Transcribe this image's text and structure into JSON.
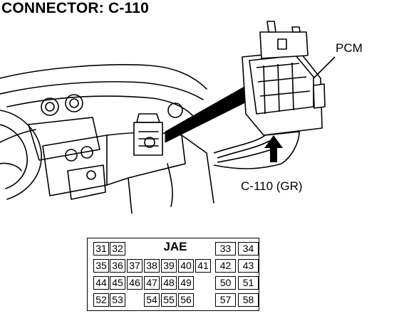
{
  "title": "CONNECTOR: C-110",
  "labels": {
    "module": "PCM",
    "connector": "C-110 (GR)"
  },
  "connector_face": {
    "header": "JAE",
    "rows": [
      [
        {
          "pin": "31",
          "col": 0
        },
        {
          "pin": "32",
          "col": 1
        },
        {
          "pin": "33",
          "col": 8,
          "wide": true
        },
        {
          "pin": "34",
          "col": 9,
          "wide": true
        }
      ],
      [
        {
          "pin": "35",
          "col": 0
        },
        {
          "pin": "36",
          "col": 1
        },
        {
          "pin": "37",
          "col": 2
        },
        {
          "pin": "38",
          "col": 3
        },
        {
          "pin": "39",
          "col": 4
        },
        {
          "pin": "40",
          "col": 5
        },
        {
          "pin": "41",
          "col": 6
        },
        {
          "pin": "42",
          "col": 8,
          "wide": true
        },
        {
          "pin": "43",
          "col": 9,
          "wide": true
        }
      ],
      [
        {
          "pin": "44",
          "col": 0
        },
        {
          "pin": "45",
          "col": 1
        },
        {
          "pin": "46",
          "col": 2
        },
        {
          "pin": "47",
          "col": 3
        },
        {
          "pin": "48",
          "col": 4
        },
        {
          "pin": "49",
          "col": 5
        },
        {
          "pin": "50",
          "col": 8,
          "wide": true
        },
        {
          "pin": "51",
          "col": 9,
          "wide": true
        }
      ],
      [
        {
          "pin": "52",
          "col": 0
        },
        {
          "pin": "53",
          "col": 1
        },
        {
          "pin": "54",
          "col": 3
        },
        {
          "pin": "55",
          "col": 4
        },
        {
          "pin": "56",
          "col": 5
        },
        {
          "pin": "57",
          "col": 8,
          "wide": true
        },
        {
          "pin": "58",
          "col": 9,
          "wide": true
        }
      ]
    ]
  }
}
